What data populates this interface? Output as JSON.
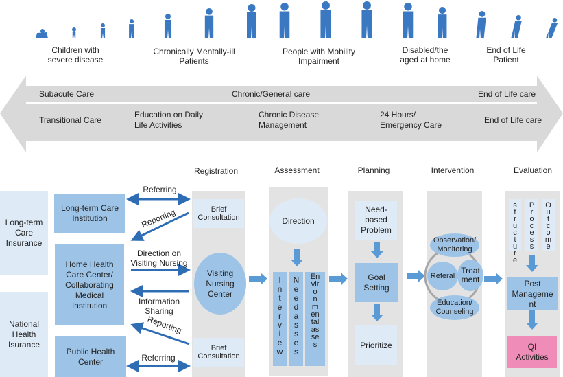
{
  "population": [
    {
      "label": "Children with\nsevere disease"
    },
    {
      "label": "Chronically Mentally-ill\nPatients"
    },
    {
      "label": "People with Mobility\nImpairment"
    },
    {
      "label": "Disabled/the\naged at home"
    },
    {
      "label": "End of Life\nPatient"
    }
  ],
  "care_arrow": {
    "row1": {
      "subacute": "Subacute Care",
      "chronic": "Chronic/General care",
      "eol": "End of Life care"
    },
    "row2": {
      "transitional": "Transitional Care",
      "education": "Education on Daily\nLife Activities",
      "chronic_mgmt": "Chronic Disease\nManagement",
      "emergency": "24 Hours/\nEmergency Care",
      "eol": "End of Life care"
    }
  },
  "colors": {
    "figure": "#3a78c2",
    "light_box": "#deebf7",
    "mid_box": "#9dc3e6",
    "column": "#e3e3e3",
    "arrow": "#2e6db4",
    "qi": "#f08cb8"
  },
  "insurance": {
    "ltci": "Long-term\nCare\nInsurance",
    "nhi": "National\nHealth\nIsurance"
  },
  "institutions": {
    "ltc": "Long-term Care\nInstitution",
    "hhcc": "Home Health\nCare Center/\nCollaborating\nMedical\nInstitution",
    "phc": "Public Health\nCenter"
  },
  "flows": {
    "referring_top": "Referring",
    "reporting_top": "Reporting",
    "direction": "Direction on\nVisiting Nursing",
    "info_sharing": "Information Sharing",
    "reporting_bottom": "Reporting",
    "referring_bottom": "Referring"
  },
  "stages": {
    "registration": {
      "title": "Registration",
      "brief_top": "Brief\nConsultation",
      "center": "Visiting\nNursing\nCenter",
      "brief_bottom": "Brief\nConsultation"
    },
    "assessment": {
      "title": "Assessment",
      "direction": "Direction",
      "interview": "I\nn\nt\ne\nr\nv\ni\ne\nw",
      "needs": "N\ne\ne\nd\na\ns\ns\ne\ns",
      "env": "En\nvir\no\nn\nm\nen\ntal\nas\nse\ns"
    },
    "planning": {
      "title": "Planning",
      "problem": "Need-\nbased\nProblem",
      "goal": "Goal\nSetting",
      "prioritize": "Prioritize"
    },
    "intervention": {
      "title": "Intervention",
      "observation": "Observation/\nMonitoring",
      "referal": "Referal",
      "treatment": "Treat\nment",
      "education": "Education/\nCounseling"
    },
    "evaluation": {
      "title": "Evaluation",
      "structure": "s\nt\nr\nu\nc\nt\nu\nr\ne",
      "process": "P\nr\no\nc\ne\ns\ns",
      "outcome": "O\nu\nt\nc\no\nm\ne",
      "post": "Post\nManageme\nnt",
      "qi": "QI\nActivities"
    }
  }
}
